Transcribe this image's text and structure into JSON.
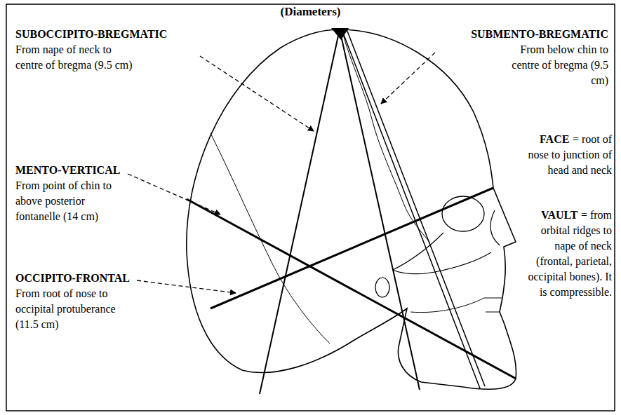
{
  "diagram": {
    "title": "(Diameters)",
    "labels": [
      "SUBOCCIPITO-BREGMATIC",
      "From nape of neck to centre of bregma (9.5 cm)",
      "SUBMENTO-BREGMATIC",
      "From below chin to centre of bregma (9.5 cm)",
      "MENTO-VERTICAL",
      "From point of chin to above posterior fontanelle (14 cm)",
      "OCCIPITO-FRONTAL",
      "From root of nose to occipital protuberance (11.5 cm)",
      "FACE",
      "= root of nose to junction of head and neck",
      "VAULT",
      "= from orbital ridges to nape of neck (frontal, parietal, occipital bones). It is compressible."
    ]
  }
}
